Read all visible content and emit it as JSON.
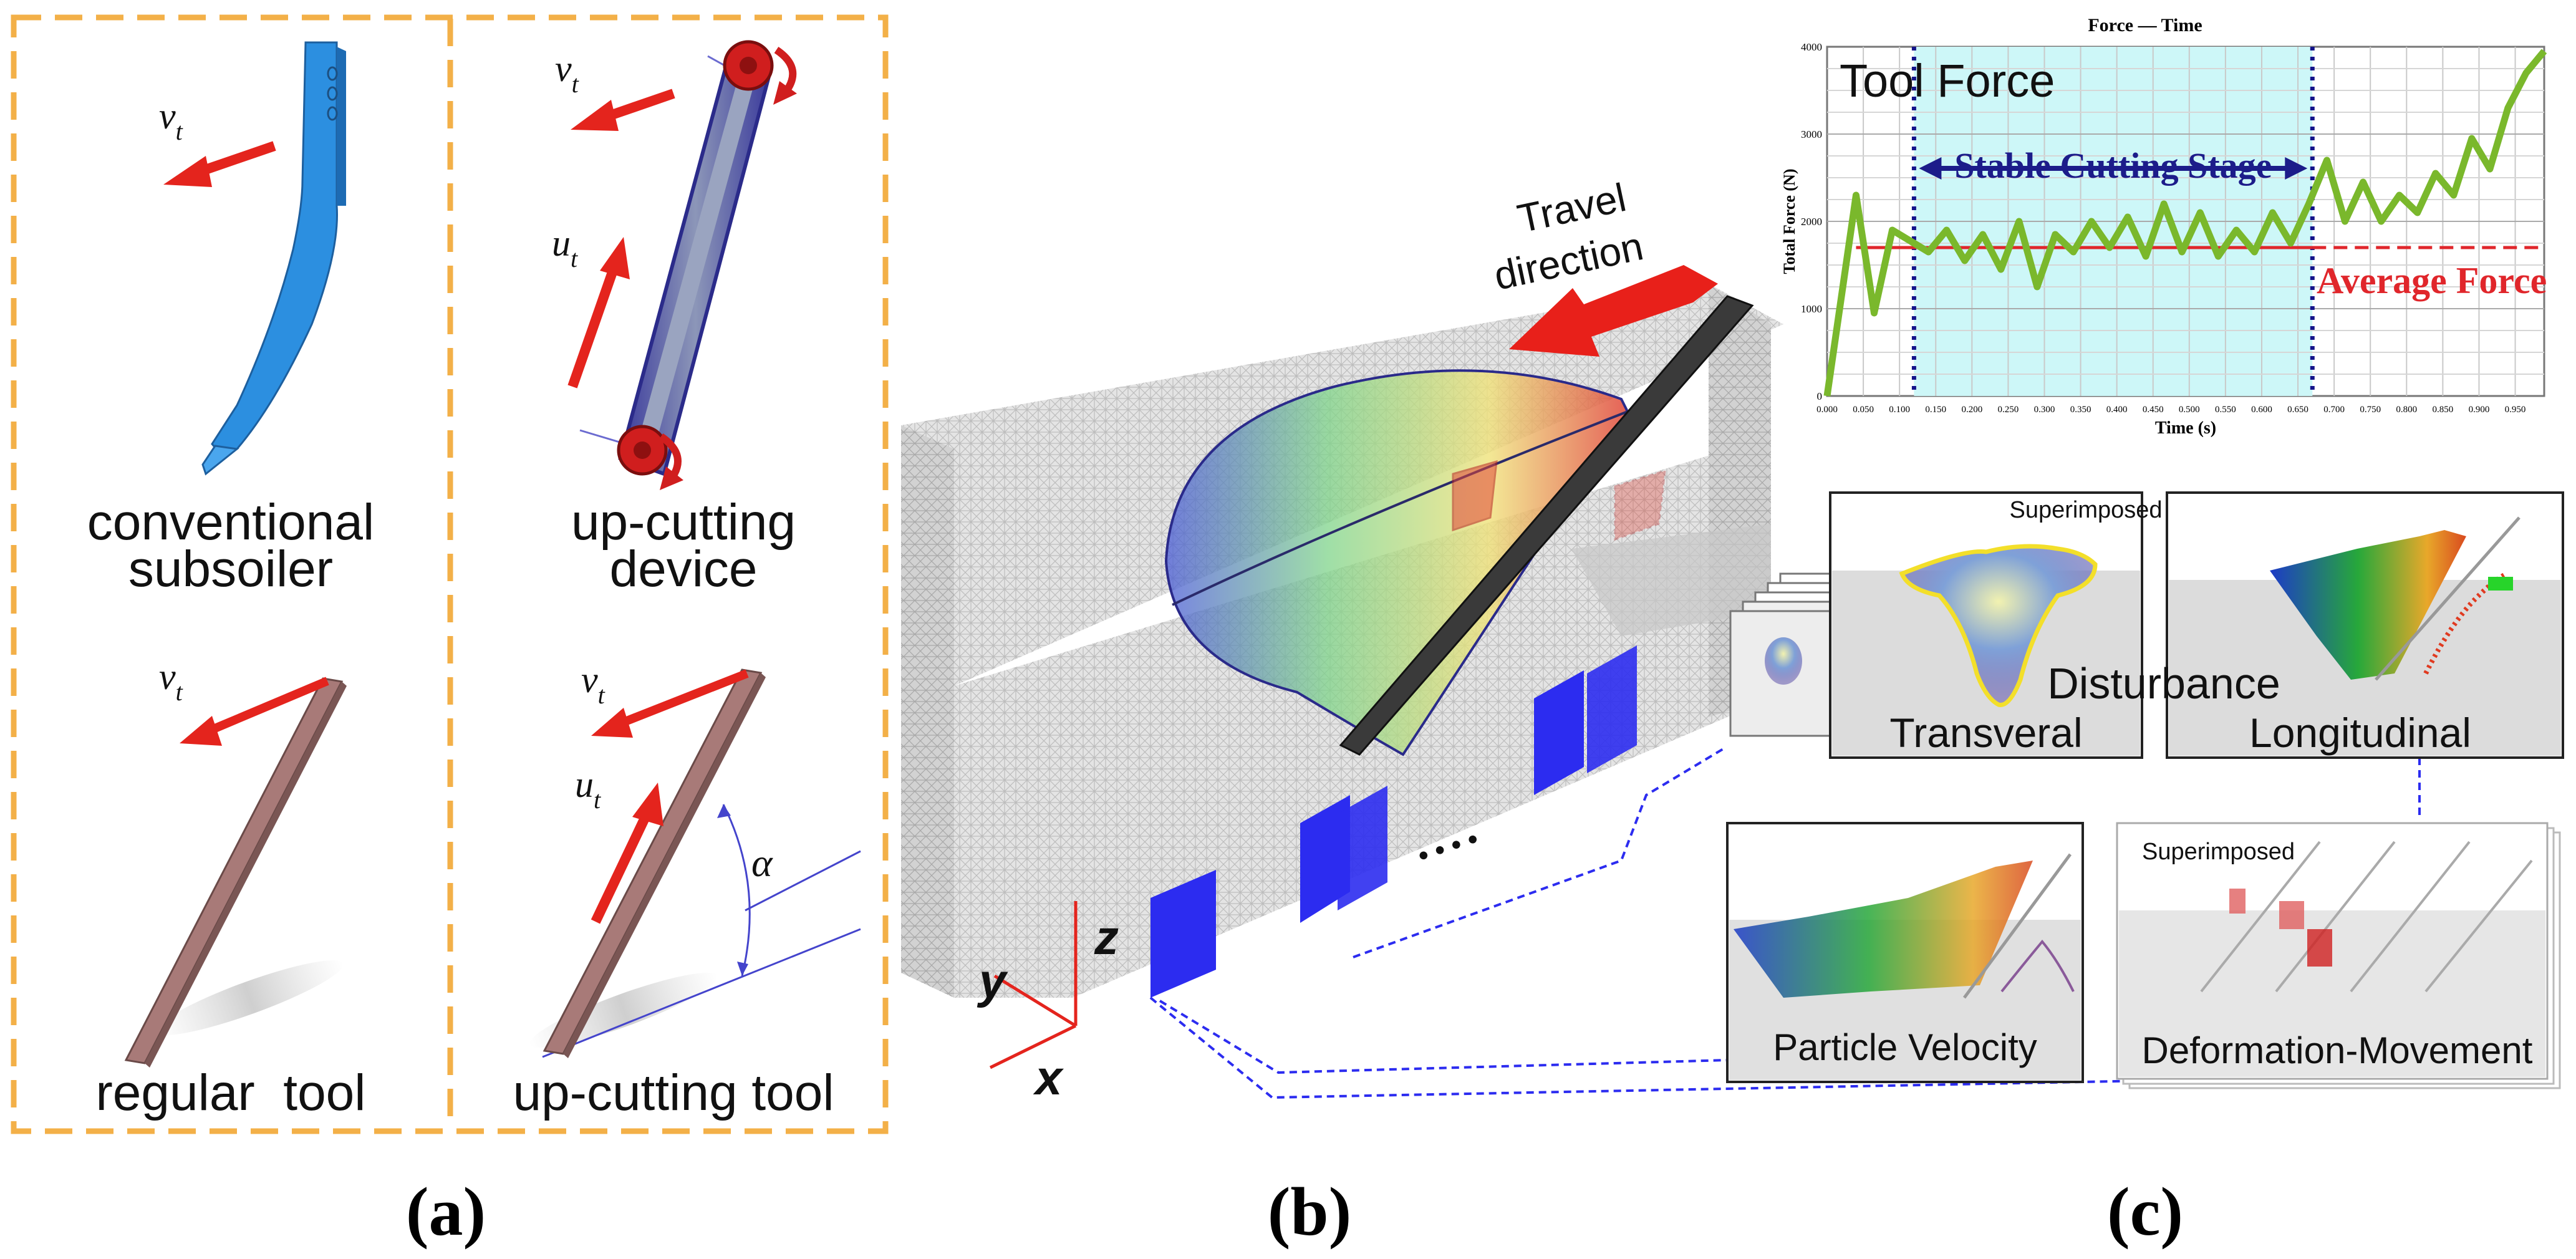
{
  "panel_a": {
    "caption": "(a)",
    "conventional_label_1": "conventional",
    "conventional_label_2": "subsoiler",
    "upcut_device_label_1": "up-cutting",
    "upcut_device_label_2": "device",
    "regular_tool_label": "regular  tool",
    "upcut_tool_label": "up-cutting tool",
    "v_symbol": "v",
    "u_symbol": "u",
    "subscript": "t",
    "alpha_symbol": "α"
  },
  "panel_b": {
    "caption": "(b)",
    "travel_label_1": "Travel",
    "travel_label_2": "direction",
    "axis_x": "x",
    "axis_y": "y",
    "axis_z": "z",
    "ellipsis": "• • • •"
  },
  "panel_c": {
    "caption": "(c)",
    "transveral": "Transveral",
    "longitudinal": "Longitudinal",
    "disturbance": "Disturbance",
    "superimposed_1": "Superimposed",
    "superimposed_2": "Superimposed",
    "particle_velocity": "Particle Velocity",
    "deformation_movement": "Deformation-Movement"
  },
  "chart_data": {
    "type": "line",
    "title": "Force  — Time",
    "xlabel": "Time (s)",
    "ylabel": "Total Force  (N)",
    "xlim": [
      0,
      0.99
    ],
    "ylim": [
      0,
      4000
    ],
    "x_ticks": [
      "0.000",
      "0.050",
      "0.100",
      "0.150",
      "0.200",
      "0.250",
      "0.300",
      "0.350",
      "0.400",
      "0.450",
      "0.500",
      "0.550",
      "0.600",
      "0.650",
      "0.700",
      "0.750",
      "0.800",
      "0.850",
      "0.900",
      "0.950"
    ],
    "y_ticks": [
      "0",
      "1000",
      "2000",
      "3000",
      "4000"
    ],
    "grid": true,
    "series": [
      {
        "name": "Tool Force",
        "color": "#7ab82c",
        "x": [
          0.0,
          0.04,
          0.065,
          0.09,
          0.12,
          0.14,
          0.165,
          0.19,
          0.215,
          0.24,
          0.265,
          0.29,
          0.315,
          0.34,
          0.365,
          0.39,
          0.415,
          0.44,
          0.465,
          0.49,
          0.515,
          0.54,
          0.565,
          0.59,
          0.615,
          0.64,
          0.665,
          0.69,
          0.715,
          0.74,
          0.765,
          0.79,
          0.815,
          0.84,
          0.865,
          0.89,
          0.915,
          0.94,
          0.965,
          0.99
        ],
        "y": [
          0,
          2300,
          950,
          1900,
          1750,
          1650,
          1900,
          1550,
          1850,
          1450,
          2000,
          1250,
          1850,
          1650,
          2000,
          1700,
          2050,
          1600,
          2200,
          1650,
          2100,
          1600,
          1900,
          1650,
          2100,
          1750,
          2200,
          2700,
          2000,
          2450,
          2000,
          2300,
          2100,
          2550,
          2300,
          2950,
          2600,
          3300,
          3700,
          3950
        ]
      }
    ],
    "average_force": {
      "label": "Average Force",
      "value": 1700,
      "color": "#e0262b"
    },
    "stable_stage": {
      "label": "Stable Cutting Stage",
      "x_start": 0.12,
      "x_end": 0.67,
      "color": "#cdf7f8"
    },
    "in_chart_title": "Tool Force"
  }
}
